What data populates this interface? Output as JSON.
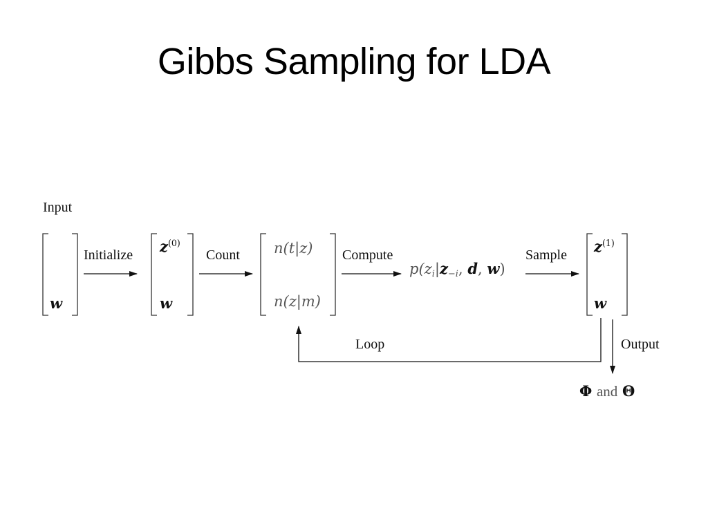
{
  "slide": {
    "title": "Gibbs Sampling for LDA"
  },
  "diagram": {
    "input_label": "Input",
    "initialize_label": "Initialize",
    "count_label": "Count",
    "compute_label": "Compute",
    "sample_label": "Sample",
    "loop_label": "Loop",
    "output_label": "Output",
    "vec_w": "w",
    "z0_base": "z",
    "z0_sup": "(0)",
    "z1_base": "z",
    "z1_sup": "(1)",
    "count_top": "n(t|z)",
    "count_bottom": "n(z|m)",
    "posterior": {
      "pre": "p(z",
      "sub_i": "i",
      "bar": "|",
      "z_bold": "z",
      "sub_minus_i": "−i",
      "sep1": ", ",
      "d_bold": "d",
      "sep2": ", ",
      "w_bold": "w",
      "close": ")"
    },
    "result_phi": "Φ",
    "result_and": "and",
    "result_theta": "Θ"
  }
}
